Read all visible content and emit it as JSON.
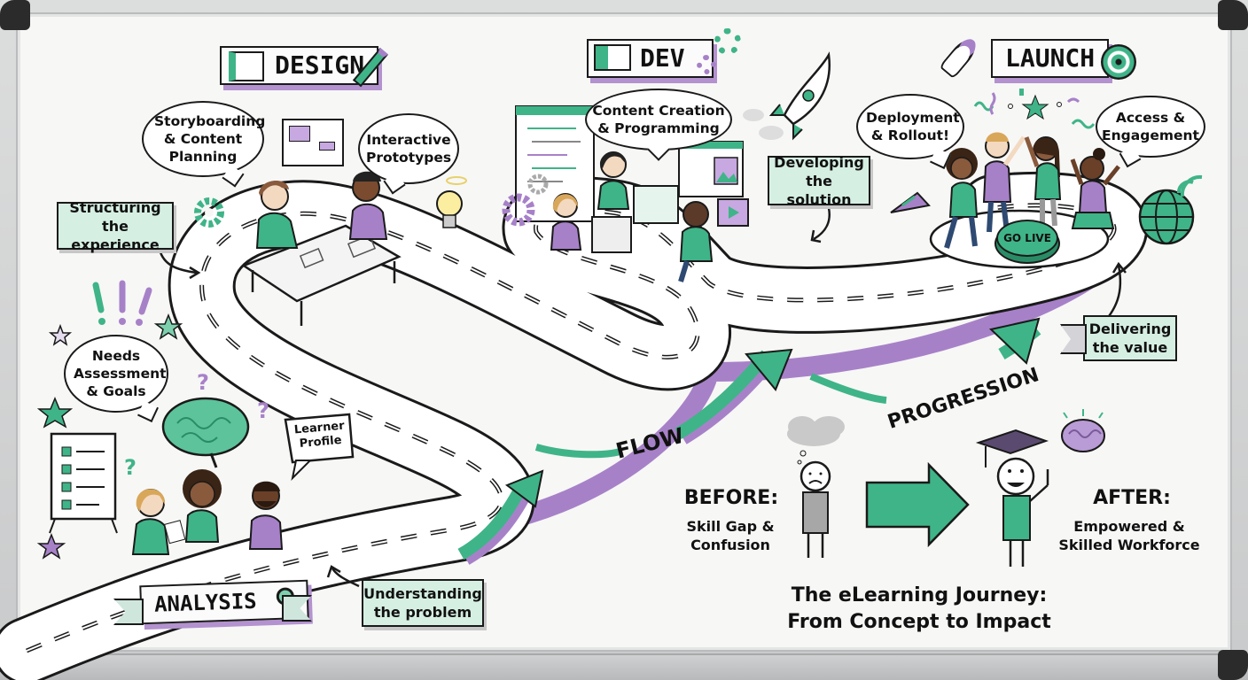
{
  "title": {
    "line1": "The eLearning Journey:",
    "line2": "From Concept to Impact"
  },
  "phases": [
    {
      "id": "analysis",
      "label": "ANALYSIS",
      "icon": "magnifier-icon"
    },
    {
      "id": "design",
      "label": "DESIGN",
      "icon": "blueprint-icon"
    },
    {
      "id": "dev",
      "label": "DEV",
      "icon": "monitor-icon"
    },
    {
      "id": "launch",
      "label": "LAUNCH",
      "icon": "rocket-icon"
    }
  ],
  "bubbles": {
    "needs": "Needs Assessment & Goals",
    "learner_profile": "Learner Profile",
    "storyboarding": "Storyboarding & Content Planning",
    "prototypes": "Interactive Prototypes",
    "content_creation": "Content Creation & Programming",
    "deployment": "Deployment & Rollout!",
    "access": "Access & Engagement"
  },
  "notes": {
    "structuring": "Structuring the experience",
    "understanding": "Understanding the problem",
    "developing": "Developing the solution",
    "delivering": "Delivering the value"
  },
  "flow_labels": {
    "flow": "FLOW",
    "progression": "PROGRESSION"
  },
  "go_live_button": "GO LIVE",
  "before": {
    "heading": "BEFORE:",
    "line1": "Skill Gap &",
    "line2": "Confusion"
  },
  "after": {
    "heading": "AFTER:",
    "line1": "Empowered &",
    "line2": "Skilled Workforce"
  },
  "colors": {
    "green": "#3fb488",
    "purple": "#a781c8",
    "mint": "#d6efe3",
    "ink": "#1a1a1a"
  }
}
